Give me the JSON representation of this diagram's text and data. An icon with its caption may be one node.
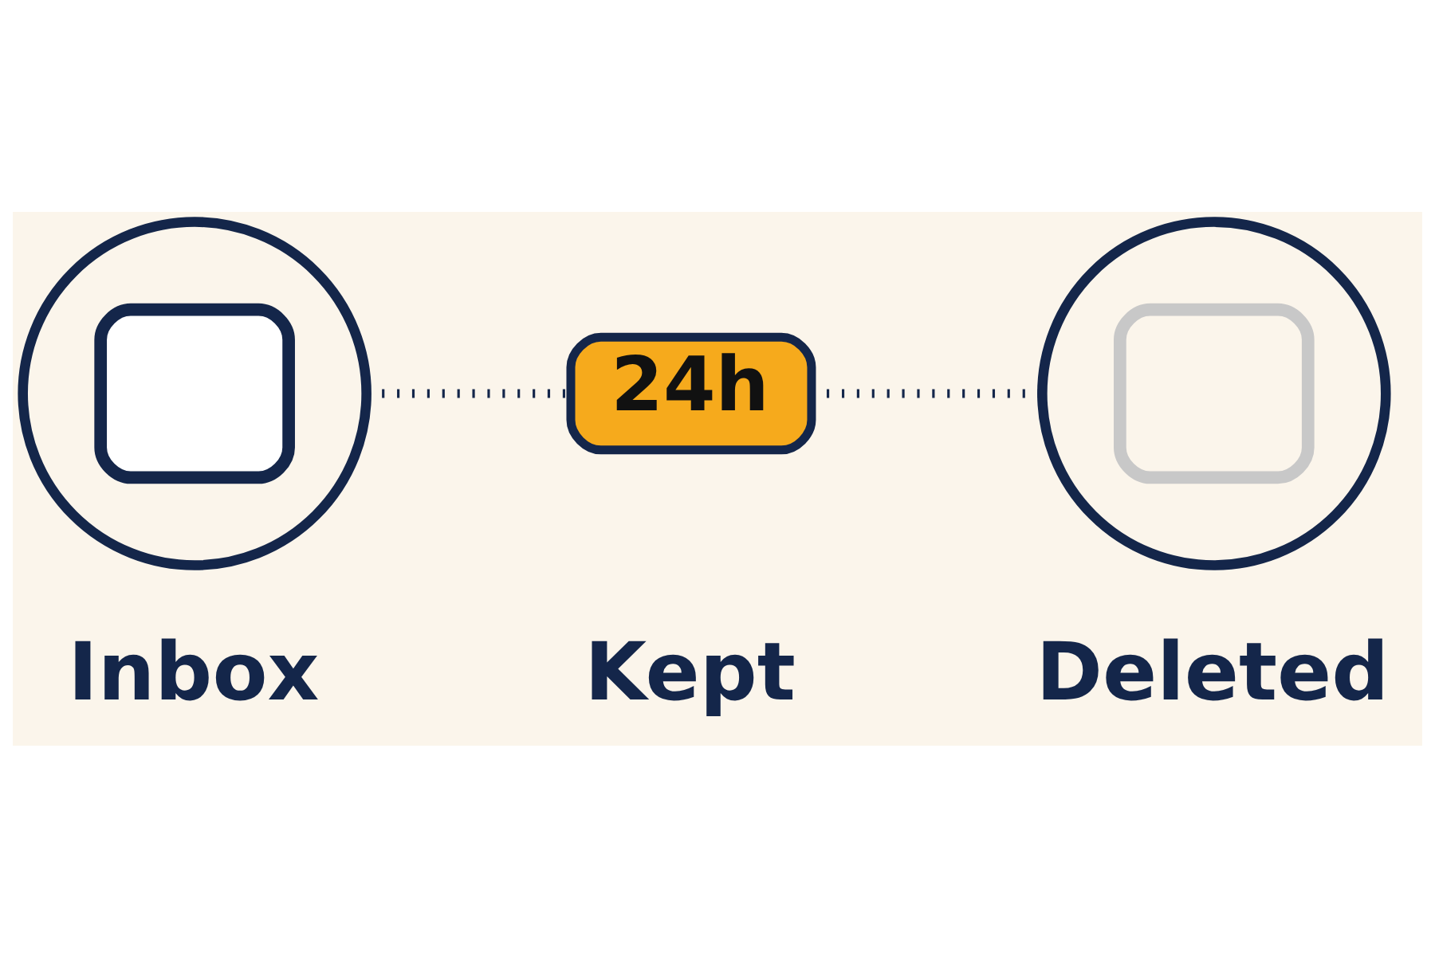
{
  "diagram": {
    "nodes": [
      {
        "text": [],
        "shape": "circle",
        "beside": [
          "Inbox"
        ]
      },
      {
        "text": [
          "24h"
        ],
        "beside": [
          "Kept"
        ]
      },
      {
        "text": [],
        "shape": "circle",
        "beside": [
          "Deleted"
        ]
      }
    ],
    "edges": [
      {
        "from": 0,
        "to": 1,
        "arrow": "none",
        "style": "dashed"
      },
      {
        "from": 1,
        "to": 2,
        "arrow": "none",
        "style": "dashed"
      }
    ]
  }
}
